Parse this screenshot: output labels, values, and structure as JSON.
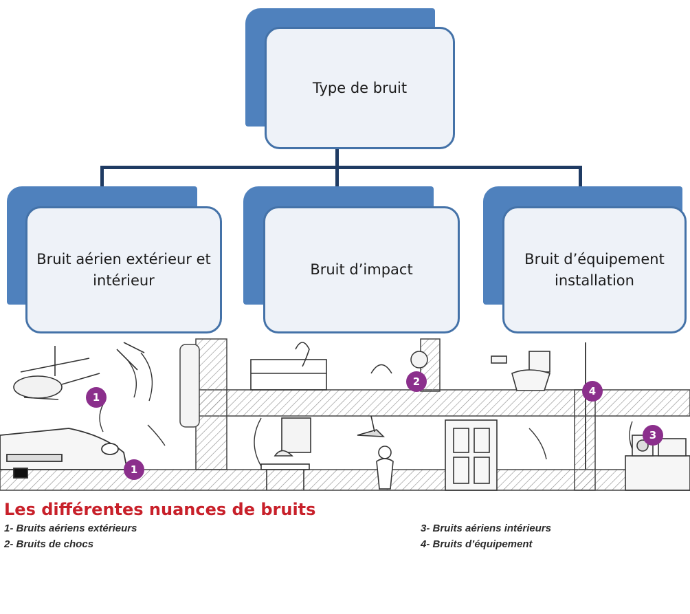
{
  "diagram": {
    "root": {
      "label": "Type de bruit"
    },
    "children": [
      {
        "label": "Bruit aérien extérieur et intérieur"
      },
      {
        "label": "Bruit d’impact"
      },
      {
        "label": "Bruit d’équipement installation"
      }
    ],
    "colors": {
      "back": "#4f81bd",
      "front": "#eef2f8",
      "border": "#4472a8",
      "connector": "#1f3b63"
    }
  },
  "illustration": {
    "markers": [
      "1",
      "1",
      "2",
      "3",
      "4"
    ]
  },
  "legend": {
    "title": "Les différentes nuances de bruits",
    "items": [
      "1- Bruits aériens extérieurs",
      "2- Bruits de chocs",
      "3- Bruits aériens intérieurs",
      "4- Bruits d’équipement"
    ],
    "title_color": "#c8202a"
  }
}
